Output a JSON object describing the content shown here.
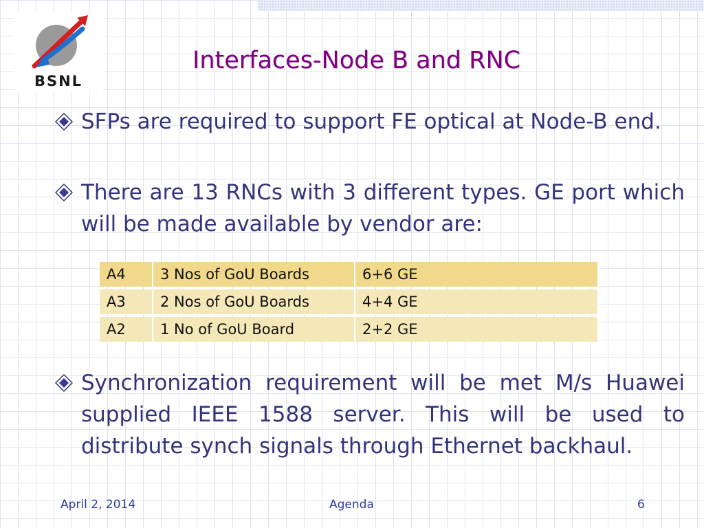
{
  "logo": {
    "text": "BSNL"
  },
  "title": "Interfaces-Node B and RNC",
  "bullets": [
    {
      "text": "SFPs are required to support FE optical at Node-B end."
    },
    {
      "text": "There are  13 RNCs with 3 different types. GE port which will be made available by vendor are:"
    },
    {
      "text": "Synchronization requirement will be met M/s Huawei supplied IEEE 1588 server. This will be used to distribute synch signals through Ethernet backhaul."
    }
  ],
  "table": {
    "rows": [
      {
        "type": "A4",
        "boards": "3 Nos of GoU Boards",
        "ports": "6+6 GE"
      },
      {
        "type": "A3",
        "boards": "2 Nos of GoU Boards",
        "ports": "4+4  GE"
      },
      {
        "type": "A2",
        "boards": "1 No of GoU Board",
        "ports": "2+2 GE"
      }
    ]
  },
  "footer": {
    "date": "April 2, 2014",
    "center": "Agenda",
    "page": "6"
  },
  "colors": {
    "title": "#800080",
    "body_text": "#33337a",
    "footer_text": "#2a3aa0",
    "table_header_row": "#f0d98a",
    "table_row": "#f5e8b8"
  },
  "icons": {
    "bullet": "diamond-bullet-icon",
    "logo": "bsnl-logo-icon"
  }
}
